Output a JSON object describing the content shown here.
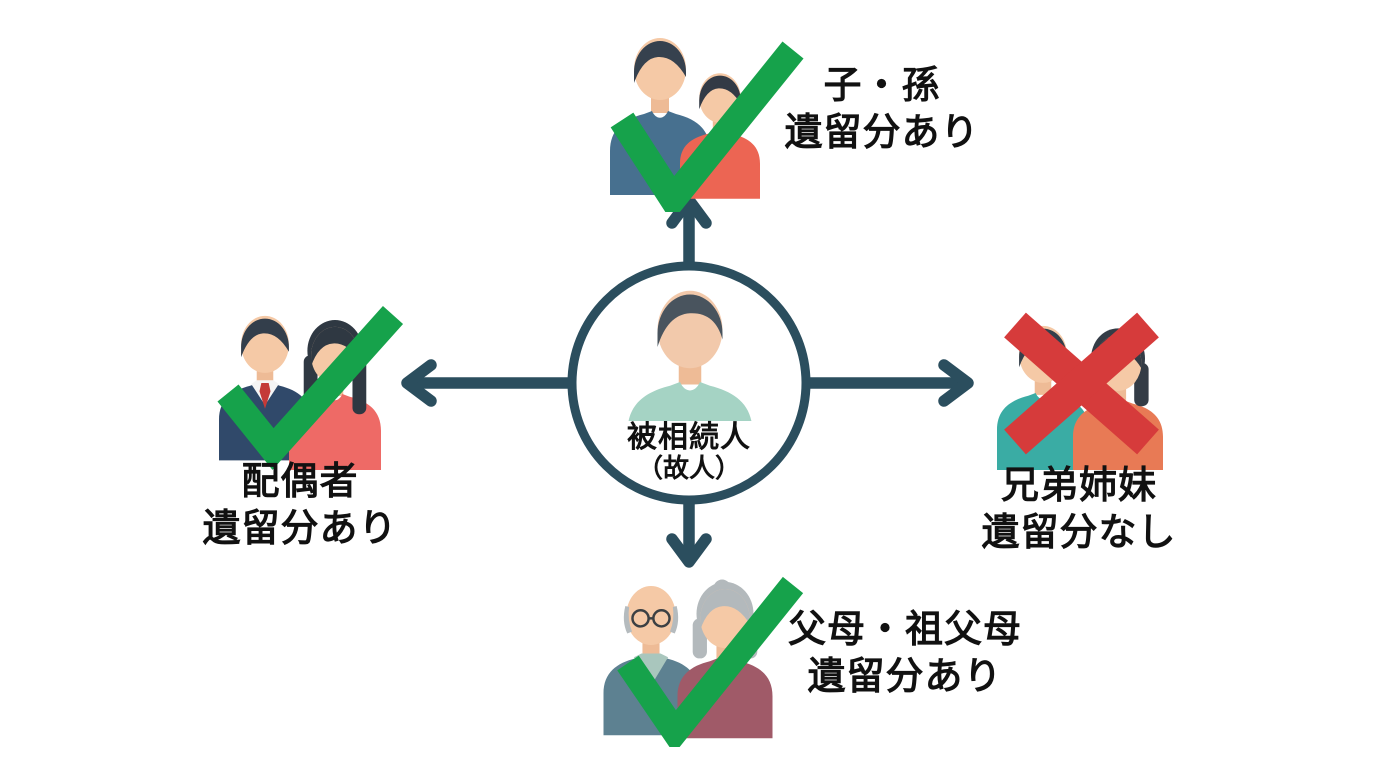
{
  "diagram": {
    "topic": "遺留分",
    "center": {
      "icon": "deceased-person-icon",
      "name": "被相続人",
      "name_sub": "（故人）"
    },
    "branches": {
      "top": {
        "icon": "child-grandchild-icon",
        "relation": "子・孫",
        "status": "遺留分あり",
        "mark": "check"
      },
      "left": {
        "icon": "spouse-couple-icon",
        "relation": "配偶者",
        "status": "遺留分あり",
        "mark": "check"
      },
      "right": {
        "icon": "siblings-icon",
        "relation": "兄弟姉妹",
        "status": "遺留分なし",
        "mark": "cross"
      },
      "bottom": {
        "icon": "parents-grandparents-icon",
        "relation": "父母・祖父母",
        "status": "遺留分あり",
        "mark": "check"
      }
    },
    "colors": {
      "check_green": "#16a24b",
      "cross_red": "#d63b3b",
      "connector_teal": "#2b4e5e",
      "text": "#111111",
      "background": "#ffffff"
    }
  }
}
